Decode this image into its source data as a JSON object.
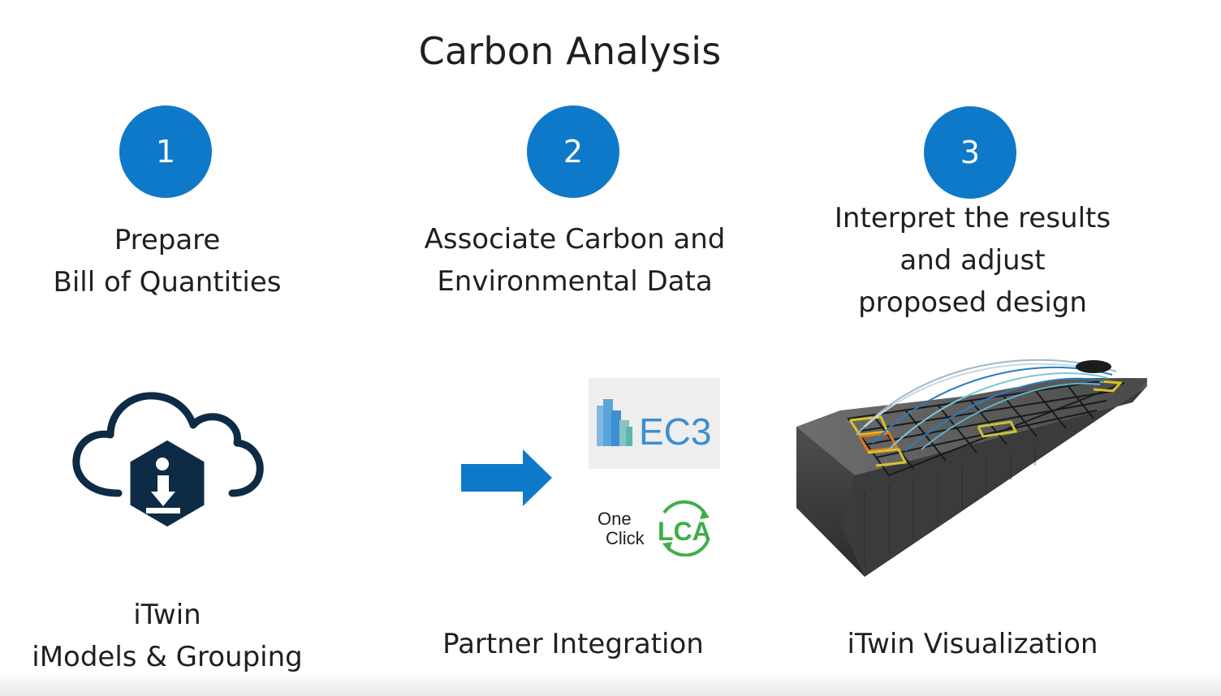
{
  "title": "Carbon Analysis",
  "steps": [
    {
      "number": "1",
      "lines": [
        "Prepare",
        "Bill of Quantities"
      ]
    },
    {
      "number": "2",
      "lines": [
        "Associate Carbon and",
        "Environmental Data"
      ]
    },
    {
      "number": "3",
      "lines": [
        "Interpret the results",
        "and adjust",
        "proposed design"
      ]
    }
  ],
  "captions": [
    {
      "lines": [
        "iTwin",
        "iModels & Grouping"
      ]
    },
    {
      "lines": [
        "Partner Integration"
      ]
    },
    {
      "lines": [
        "iTwin Visualization"
      ]
    }
  ],
  "logos": {
    "ec3": "EC3",
    "oneclick_one": "One",
    "oneclick_click": "Click",
    "oneclick_lca": "LCA"
  },
  "icons": {
    "itwin": "cloud-info-icon",
    "arrow": "right-arrow-icon",
    "model": "3d-building-model-image"
  },
  "colors": {
    "accent": "#0f79c9",
    "ec3_blue": "#3c8fd0",
    "ec3_teal": "#5bb5b0",
    "lca_green": "#3fae49",
    "icon_navy": "#0d2b45"
  }
}
